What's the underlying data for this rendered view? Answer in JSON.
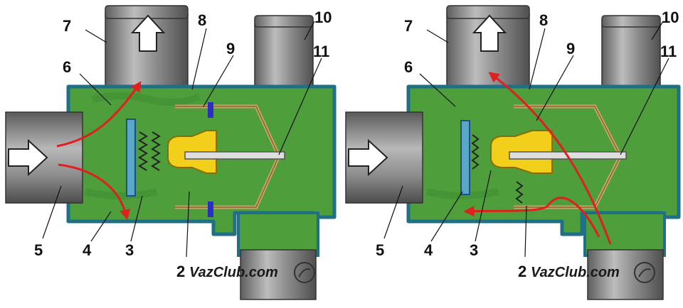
{
  "colors": {
    "coolant": "#4e9e3c",
    "coolant_dark": "#3c8a2e",
    "housing": "#1f6f86",
    "pipe": "#9a9a9a",
    "pipe_dark": "#6b6b6b",
    "wax": "#f2cf1a",
    "valve": "#c9a468",
    "seal": "#2b2fbf",
    "flow": "#e01f1f"
  },
  "left": {
    "labels": [
      {
        "id": "7",
        "text": "7"
      },
      {
        "id": "8",
        "text": "8"
      },
      {
        "id": "9",
        "text": "9"
      },
      {
        "id": "10",
        "text": "10"
      },
      {
        "id": "6",
        "text": "6"
      },
      {
        "id": "11",
        "text": "11"
      },
      {
        "id": "5",
        "text": "5"
      },
      {
        "id": "4",
        "text": "4"
      },
      {
        "id": "3",
        "text": "3"
      },
      {
        "id": "2",
        "text": "2"
      }
    ],
    "watermark": "VazClub.com"
  },
  "right": {
    "labels": [
      {
        "id": "7",
        "text": "7"
      },
      {
        "id": "8",
        "text": "8"
      },
      {
        "id": "9",
        "text": "9"
      },
      {
        "id": "10",
        "text": "10"
      },
      {
        "id": "6",
        "text": "6"
      },
      {
        "id": "11",
        "text": "11"
      },
      {
        "id": "5",
        "text": "5"
      },
      {
        "id": "4",
        "text": "4"
      },
      {
        "id": "3",
        "text": "3"
      },
      {
        "id": "2",
        "text": "2"
      }
    ],
    "watermark": "VazClub.com"
  }
}
